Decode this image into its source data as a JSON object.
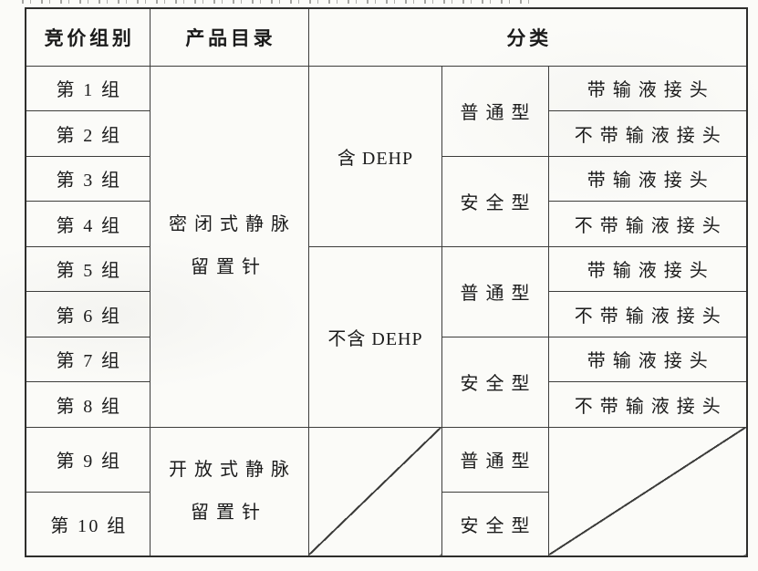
{
  "page": {
    "background_color": "#fbfbf8",
    "border_color": "#3d3d3b",
    "text_color": "#1b1b1b"
  },
  "table": {
    "header": {
      "group_col": "竞价组别",
      "catalog_col": "产品目录",
      "category_col": "分类"
    },
    "groups": [
      "第 1 组",
      "第 2 组",
      "第 3 组",
      "第 4 组",
      "第 5 组",
      "第 6 组",
      "第 7 组",
      "第 8 组",
      "第 9 组",
      "第 10 组"
    ],
    "catalogs": {
      "closed": "密闭式静脉\n留置针",
      "open": "开放式静脉\n留置针"
    },
    "dehp": {
      "with": "含 DEHP",
      "without": "不含 DEHP"
    },
    "types": {
      "normal": "普通型",
      "safety": "安全型"
    },
    "connectors": {
      "with": "带输液接头",
      "without": "不带输液接头"
    }
  }
}
